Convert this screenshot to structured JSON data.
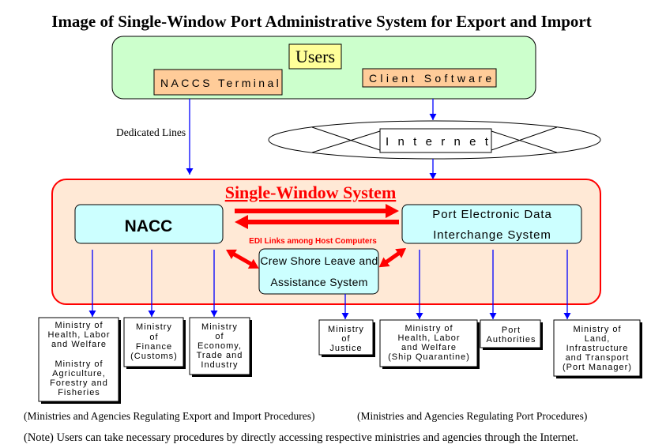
{
  "title": "Image of Single-Window Port Administrative System for Export and Import",
  "users": {
    "label": "Users",
    "naccs_terminal": "NACCS Terminal",
    "client_software": "Client Software"
  },
  "dedicated_lines": "Dedicated Lines",
  "internet": "Internet",
  "single_window": {
    "title": "Single-Window System",
    "nacc": "NACC",
    "port_edi": [
      "Port Electronic Data",
      "Interchange System"
    ],
    "edi_links": "EDI Links among Host Computers",
    "crew": [
      "Crew Shore Leave and",
      "Assistance System"
    ]
  },
  "ministries": [
    {
      "lines": [
        "Ministry of",
        "Health, Labor",
        "and Welfare",
        "Ministry of",
        "Agriculture,",
        "Forestry and",
        "Fisheries"
      ]
    },
    {
      "lines": [
        "Ministry",
        "of",
        "Finance",
        "(Customs)"
      ]
    },
    {
      "lines": [
        "Ministry",
        "of",
        "Economy,",
        "Trade and",
        "Industry"
      ]
    },
    {
      "lines": [
        "Ministry",
        "of",
        "Justice"
      ]
    },
    {
      "lines": [
        "Ministry of",
        "Health, Labor",
        "and Welfare",
        "(Ship Quarantine)"
      ]
    },
    {
      "lines": [
        "Port",
        "Authorities"
      ]
    },
    {
      "lines": [
        "Ministry of",
        "Land,",
        "Infrastructure",
        "and Transport",
        "(Port Manager)"
      ]
    }
  ],
  "captions": {
    "export_import": "(Ministries and Agencies Regulating Export and Import Procedures)",
    "port": "(Ministries and Agencies Regulating Port Procedures)"
  },
  "note": "(Note) Users can take necessary procedures by directly accessing respective ministries and agencies through the Internet.",
  "colors": {
    "users_area": "#ccffcc",
    "users_box": "#ffff99",
    "terminal_box": "#ffcc99",
    "single_window_area": "#ffe9d6",
    "single_window_border": "#ff0000",
    "system_box": "#ccffff",
    "edi_link": "#ff0000",
    "flow_arrow": "#0000ff"
  }
}
